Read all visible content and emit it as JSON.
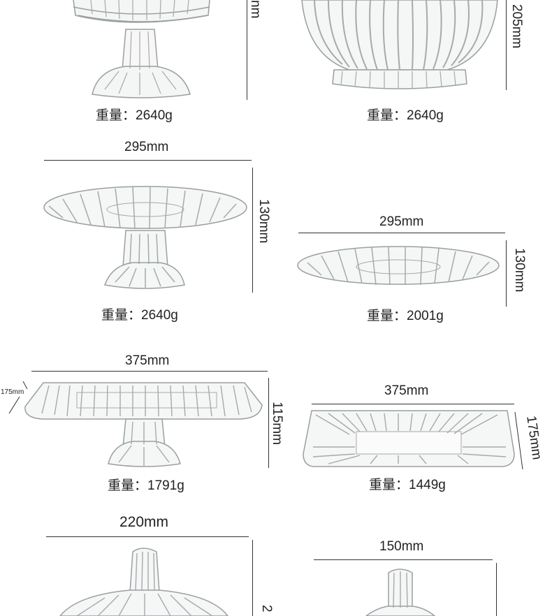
{
  "items": [
    {
      "weight": "重量：2640g",
      "height": "nm"
    },
    {
      "weight": "重量：2640g",
      "height": "205mm"
    },
    {
      "weight": "重量：2640g",
      "width": "295mm",
      "height": "130mm"
    },
    {
      "weight": "重量：2001g",
      "width": "295mm",
      "height": "130mm"
    },
    {
      "weight": "重量：1791g",
      "width": "375mm",
      "height": "115mm",
      "depth": "175mm"
    },
    {
      "weight": "重量：1449g",
      "width": "375mm",
      "height": "175mm"
    },
    {
      "width": "220mm",
      "height": "2"
    },
    {
      "width": "150mm"
    }
  ],
  "colors": {
    "glass": "#bfc3c4",
    "glass_dark": "#8f9496",
    "line": "#333333"
  }
}
